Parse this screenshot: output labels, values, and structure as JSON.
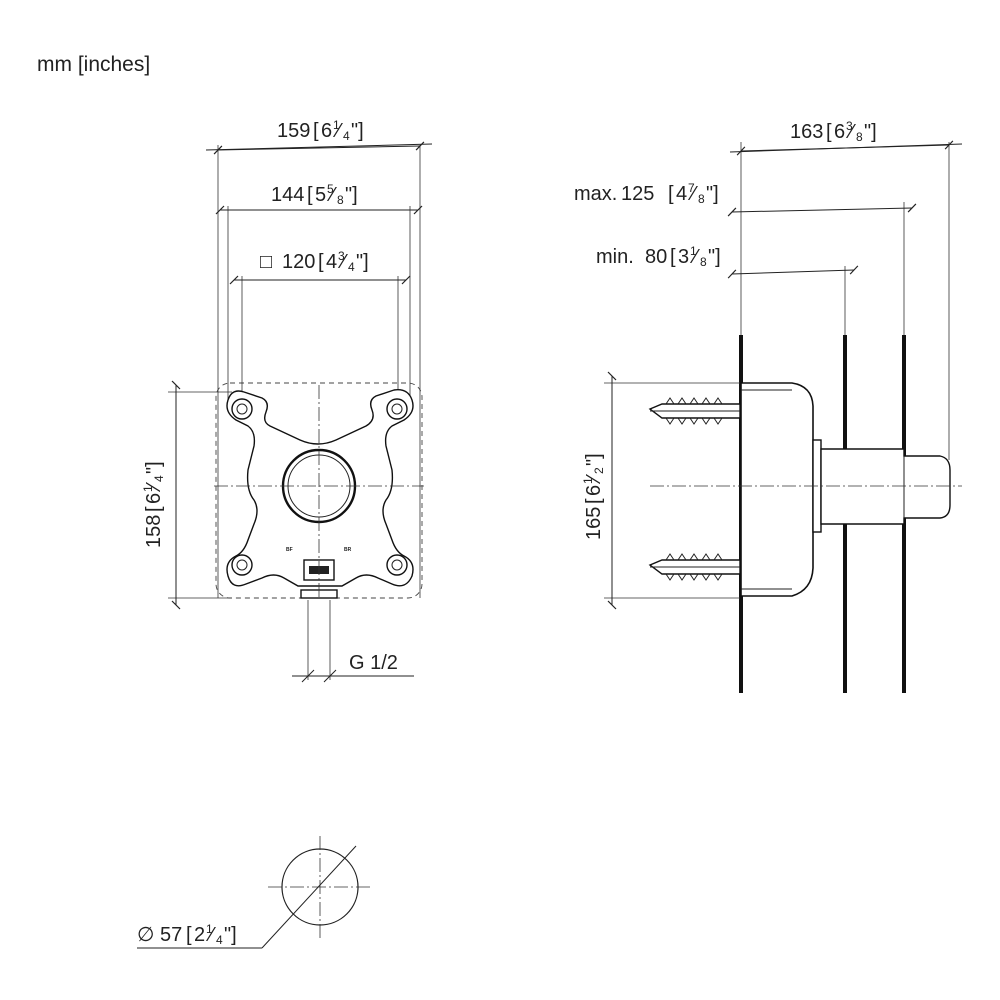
{
  "units_label": "mm [inches]",
  "front_view": {
    "width_overall": {
      "mm": "159",
      "whole": "6",
      "num": "1",
      "den": "4"
    },
    "width_holes": {
      "mm": "144",
      "whole": "5",
      "num": "5",
      "den": "8"
    },
    "square_inner": {
      "symbol": "□",
      "mm": "120",
      "whole": "4",
      "num": "3",
      "den": "4"
    },
    "height": {
      "mm": "158",
      "whole": "6",
      "num": "1",
      "den": "4"
    },
    "connection": "G 1/2",
    "port_left": "BF",
    "port_right": "BR"
  },
  "side_view": {
    "depth_overall": {
      "mm": "163",
      "whole": "6",
      "num": "3",
      "den": "8"
    },
    "max_depth": {
      "prefix": "max.",
      "mm": "125",
      "whole": "4",
      "num": "7",
      "den": "8"
    },
    "min_depth": {
      "prefix": "min.",
      "mm": "80",
      "whole": "3",
      "num": "1",
      "den": "8"
    },
    "height": {
      "mm": "165",
      "whole": "6",
      "num": "1",
      "den": "2"
    }
  },
  "cutout": {
    "diameter": {
      "symbol": "∅",
      "mm": "57",
      "whole": "2",
      "num": "1",
      "den": "4"
    }
  }
}
